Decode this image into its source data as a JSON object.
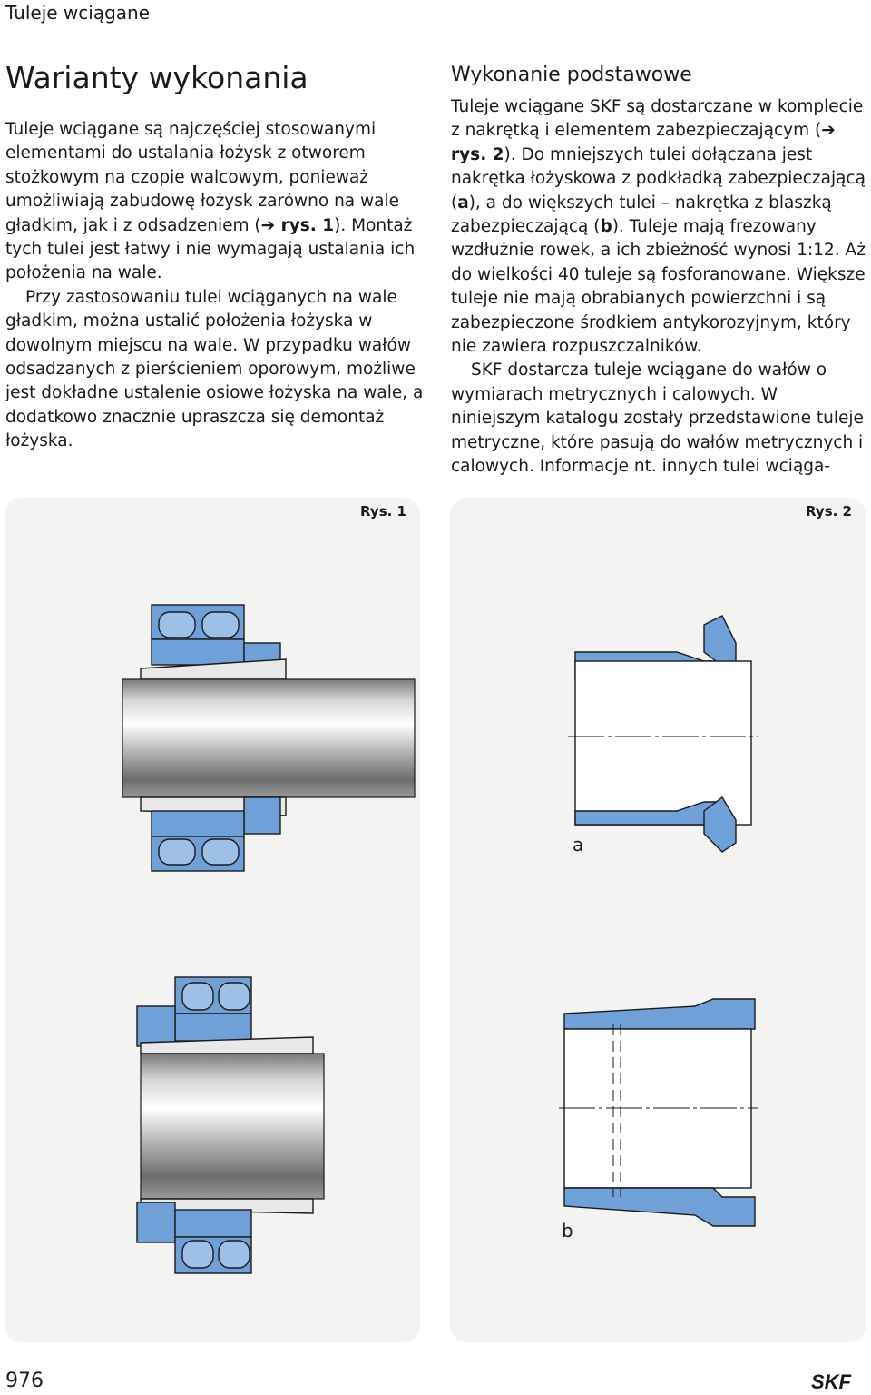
{
  "header": {
    "title": "Tuleje wciągane"
  },
  "section": {
    "title": "Warianty wykonania"
  },
  "left_column": {
    "p1_a": "Tuleje wciągane są najczęściej stosowanymi elementami do ustalania łożysk z otworem stożkowym na czopie walcowym, ponieważ umożliwiają zabudowę łożysk zarówno na wale gładkim, jak i z odsadzeniem (",
    "p1_ref": "➔ rys. 1",
    "p1_b": "). Montaż tych tulei jest łatwy i nie wymagają ustalania ich położenia na wale.",
    "p2": "Przy zastosowaniu tulei wciąganych na wale gładkim, można ustalić położenia łożyska w dowolnym miejscu na wale. W przypadku wałów odsadzanych z pierścieniem oporowym, możliwe jest dokładne ustalenie osiowe łożyska na wale, a dodatkowo znacznie upraszcza się demontaż łożyska."
  },
  "right_column": {
    "title": "Wykonanie podstawowe",
    "p1_a": "Tuleje wciągane SKF są dostarczane w komplecie z nakrętką i elementem zabezpieczającym (",
    "p1_ref": "➔ rys. 2",
    "p1_b": "). Do mniejszych tulei dołączana jest nakrętka łożyskowa z podkładką zabezpieczającą (",
    "p1_a_ref": "a",
    "p1_c": "), a do większych tulei – nakrętka z blaszką zabezpieczającą (",
    "p1_b_ref": "b",
    "p1_d": "). Tuleje mają frezowany wzdłużnie rowek, a ich zbieżność wynosi 1:12. Aż do wielkości 40 tuleje są fosforanowane. Większe tuleje nie mają obrabianych powierzchni i są zabezpieczone środkiem antykorozyjnym, który nie zawiera rozpuszczalników.",
    "p2": "SKF dostarcza tuleje wciągane do wałów o wymiarach metrycznych i calowych. W niniejszym katalogu zostały przedstawione tuleje metryczne, które pasują do wałów metrycznych i calowych. Informacje nt. innych tulei wciąga-"
  },
  "figures": {
    "fig1_label": "Rys. 1",
    "fig2_label": "Rys. 2",
    "label_a": "a",
    "label_b": "b"
  },
  "footer": {
    "page_number": "976",
    "logo_text": "SKF"
  },
  "colors": {
    "bearing_blue": "#6fa0d8",
    "outline": "#1a1a1a",
    "figure_bg": "#f3f3f1"
  }
}
